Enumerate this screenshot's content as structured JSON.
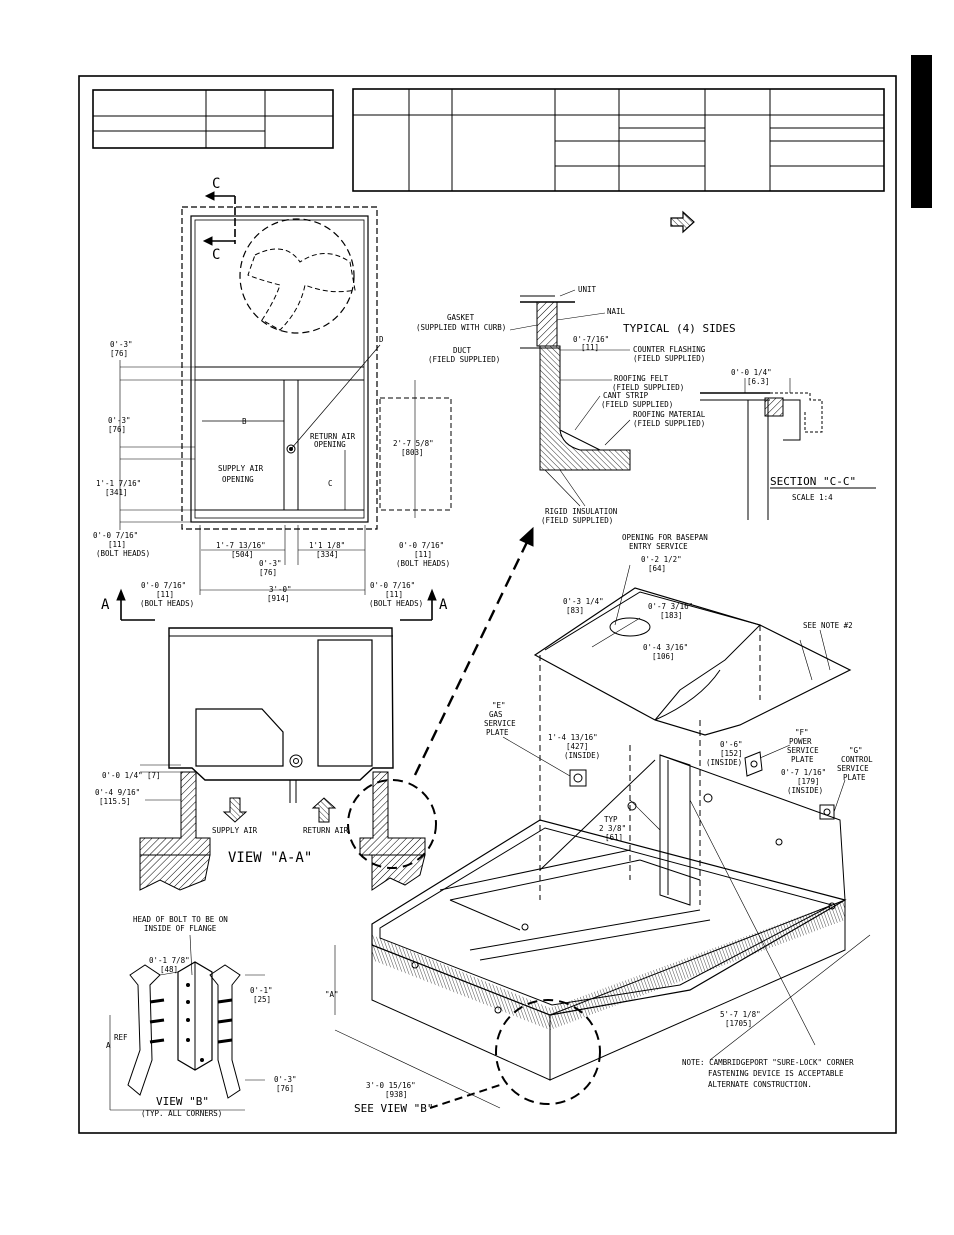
{
  "top_view": {
    "section_mark": "C",
    "dim_0_3_top": "0'-3\"",
    "dim_0_3_top_mm": "[76]",
    "dim_0_3_mid": "0'-3\"",
    "dim_0_3_mid_mm": "[76]",
    "dim_1_1_7_16": "1'-1 7/16\"",
    "dim_1_1_7_16_mm": "[341]",
    "dim_0_0_7_16_left": "0'-0 7/16\"",
    "dim_0_0_7_16_left_mm": "[11]",
    "bolt_heads": "(BOLT HEADS)",
    "label_b": "B",
    "label_c": "C",
    "label_d": "D",
    "supply_air_opening": [
      "SUPPLY AIR",
      "OPENING"
    ],
    "return_air_opening": [
      "RETURN AIR",
      "OPENING"
    ],
    "dim_2_7_5_8": "2'-7 5/8\"",
    "dim_2_7_5_8_mm": "[803]",
    "dim_1_7_13_16": "1'-7 13/16\"",
    "dim_1_7_13_16_mm": "[504]",
    "dim_1_1_1_8": "1'1 1/8\"",
    "dim_1_1_1_8_mm": "[334]",
    "dim_0_3_bottom": "0'-3\"",
    "dim_0_3_bottom_mm": "[76]",
    "dim_0_0_7_16_right": "0'-0 7/16\"",
    "dim_0_0_7_16_right_mm": "[11]",
    "dim_0_0_7_16_bl": "0'-0 7/16\"",
    "dim_0_0_7_16_bl_mm": "[11]",
    "dim_3_0": "3'-0\"",
    "dim_3_0_mm": "[914]",
    "dim_0_0_7_16_br": "0'-0 7/16\"",
    "dim_0_0_7_16_br_mm": "[11]",
    "view_mark": "A"
  },
  "view_aa": {
    "title": "VIEW \"A-A\"",
    "dim_0_0_1_4": "0'-0 1/4\"",
    "dim_0_0_1_4_mm": "[7]",
    "dim_0_4_9_16": "0'-4 9/16\"",
    "dim_0_4_9_16_mm": "[115.5]",
    "supply_air": "SUPPLY AIR",
    "return_air": "RETURN AIR"
  },
  "detail_curb": {
    "unit": "UNIT",
    "nail": "NAIL",
    "gasket": [
      "GASKET",
      "(SUPPLIED WITH CURB)"
    ],
    "typical_sides": "TYPICAL (4) SIDES",
    "duct": [
      "DUCT",
      "(FIELD SUPPLIED)"
    ],
    "dim_0_7_16": "0'-7/16\"",
    "dim_0_7_16_mm": "[11]",
    "counter_flashing": [
      "COUNTER FLASHING",
      "(FIELD SUPPLIED)"
    ],
    "roofing_felt": [
      "ROOFING FELT",
      "(FIELD SUPPLIED)"
    ],
    "cant_strip": [
      "CANT STRIP",
      "(FIELD SUPPLIED)"
    ],
    "roofing_material": [
      "ROOFING MATERIAL",
      "(FIELD SUPPLIED)"
    ],
    "rigid_insulation": [
      "RIGID INSULATION",
      "(FIELD SUPPLIED)"
    ]
  },
  "section_cc": {
    "dim": "0'-0 1/4\"",
    "dim_mm": "[6.3]",
    "title": "SECTION \"C-C\"",
    "scale": "SCALE 1:4"
  },
  "iso_view": {
    "basepan_opening": [
      "OPENING FOR BASEPAN",
      "ENTRY SERVICE"
    ],
    "dim_0_2_1_2": "0'-2 1/2\"",
    "dim_0_2_1_2_mm": "[64]",
    "dim_0_3_1_4": "0'-3 1/4\"",
    "dim_0_3_1_4_mm": "[83]",
    "dim_0_7_3_16": "0'-7 3/16\"",
    "dim_0_7_3_16_mm": "[183]",
    "dim_0_4_3_16": "0'-4 3/16\"",
    "dim_0_4_3_16_mm": "[106]",
    "see_note": "SEE NOTE #2",
    "gas_plate": [
      "\"E\"",
      "GAS",
      "SERVICE",
      "PLATE"
    ],
    "dim_1_4_13_16": "1'-4 13/16\"",
    "dim_1_4_13_16_mm": "[427]",
    "inside": "(INSIDE)",
    "dim_0_6": "0'-6\"",
    "dim_0_6_mm": "[152]",
    "power_plate": [
      "\"F\"",
      "POWER",
      "SERVICE",
      "PLATE"
    ],
    "control_plate": [
      "\"G\"",
      "CONTROL",
      "SERVICE",
      "PLATE"
    ],
    "dim_0_7_1_16": "0'-7 1/16\"",
    "dim_0_7_1_16_mm": "[179]",
    "typ": "TYP",
    "dim_2_3_8": "2 3/8\"",
    "dim_2_3_8_mm": "[61]",
    "label_a": "\"A\"",
    "dim_5_7_1_8": "5'-7 1/8\"",
    "dim_5_7_1_8_mm": "[1705]",
    "dim_3_0_15_16": "3'-0 15/16\"",
    "dim_3_0_15_16_mm": "[938]",
    "see_view_b": "SEE VIEW \"B\"",
    "note": [
      "NOTE: CAMBRIDGEPORT \"SURE-LOCK\" CORNER",
      "FASTENING DEVICE IS ACCEPTABLE",
      "ALTERNATE CONSTRUCTION."
    ]
  },
  "view_b": {
    "bolt_note": [
      "HEAD OF BOLT TO BE ON",
      "INSIDE OF FLANGE"
    ],
    "dim_0_1_7_8": "0'-1 7/8\"",
    "dim_0_1_7_8_mm": "[48]",
    "dim_0_1": "0'-1\"",
    "dim_0_1_mm": "[25]",
    "dim_0_3": "0'-3\"",
    "dim_0_3_mm": "[76]",
    "a_ref": "A",
    "ref": "REF",
    "title": "VIEW \"B\"",
    "subtitle": "(TYP. ALL CORNERS)"
  }
}
